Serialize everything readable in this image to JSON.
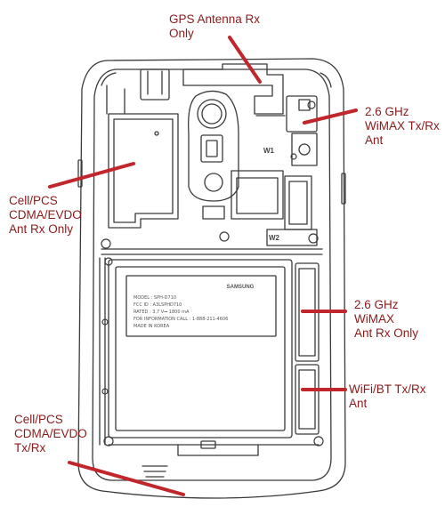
{
  "labels": {
    "gps": "GPS Antenna Rx\nOnly",
    "wimax_txrx": "2.6 GHz\nWiMAX Tx/Rx\nAnt",
    "cell_rx": "Cell/PCS\nCDMA/EVDO\nAnt Rx Only",
    "wimax_rx": "2.6 GHz\nWiMAX\nAnt Rx Only",
    "wifi_bt": "WiFi/BT Tx/Rx\nAnt",
    "cell_txrx": "Cell/PCS\nCDMA/EVDO\nTx/Rx"
  },
  "battery": {
    "brand": "SAMSUNG",
    "model": "MODEL : SPH-D710",
    "fcc": "FCC ID : A3LSPHD710",
    "rated": "RATED : 3.7 V⎓ 1800 mA",
    "info": "FOR INFORMATION CALL : 1-888-211-4606",
    "made": "MADE IN KOREA"
  },
  "markers": {
    "w1": "W1",
    "w2": "W2"
  },
  "colors": {
    "accent": "#c0262b",
    "label": "#8b1a1a",
    "line": "#3a3a3a"
  }
}
